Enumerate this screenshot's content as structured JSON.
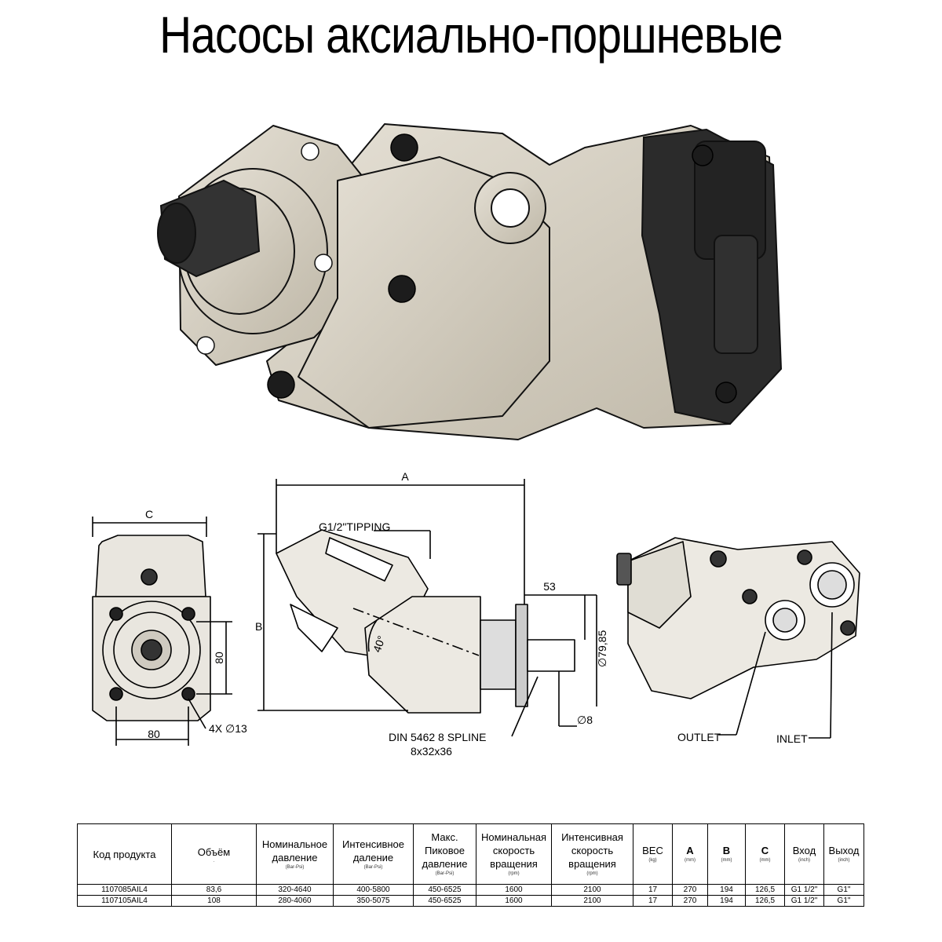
{
  "title": "Насосы аксиально-поршневые",
  "drawing": {
    "dim_a": "A",
    "dim_b": "B",
    "dim_c": "C",
    "dim_53": "53",
    "dim_80_vertical": "80",
    "dim_80_horizontal": "80",
    "bolt_holes": "4X ∅13",
    "tipping_label": "G1/2\"TIPPING",
    "angle_label": "40°",
    "shaft_diameter": "∅79,85",
    "pin_diameter": "∅8",
    "spline_line1": "DIN 5462 8 SPLINE",
    "spline_line2": "8x32x36",
    "outlet_label": "OUTLET",
    "inlet_label": "INLET"
  },
  "table": {
    "headers": [
      {
        "label": "Код продукта",
        "unit": ""
      },
      {
        "label": "Объём",
        "unit": "."
      },
      {
        "label": "Номинальное давление",
        "unit": "(Bar-Psi)"
      },
      {
        "label": "Интенсивное даление",
        "unit": "(Bar-Psi)"
      },
      {
        "label": "Макс. Пиковое давление",
        "unit": "(Bar-Psi)"
      },
      {
        "label": "Номинальная скорость вращения",
        "unit": "(rpm)"
      },
      {
        "label": "Интенсивная скорость вращения",
        "unit": "(rpm)"
      },
      {
        "label": "ВЕС",
        "unit": "(kg)"
      },
      {
        "label": "A",
        "unit": "(mm)"
      },
      {
        "label": "B",
        "unit": "(mm)"
      },
      {
        "label": "C",
        "unit": "(mm)"
      },
      {
        "label": "Вход",
        "unit": "(inch)"
      },
      {
        "label": "Выход",
        "unit": "(inch)"
      }
    ],
    "rows": [
      [
        "1107085AIL4",
        "83,6",
        "320-4640",
        "400-5800",
        "450-6525",
        "1600",
        "2100",
        "17",
        "270",
        "194",
        "126,5",
        "G1 1/2\"",
        "G1\""
      ],
      [
        "1107105AIL4",
        "108",
        "280-4060",
        "350-5075",
        "450-6525",
        "1600",
        "2100",
        "17",
        "270",
        "194",
        "126,5",
        "G1 1/2\"",
        "G1\""
      ]
    ]
  },
  "colors": {
    "body_beige": "#d8d2c4",
    "body_dark": "#2b2b2b",
    "line": "#111111"
  }
}
